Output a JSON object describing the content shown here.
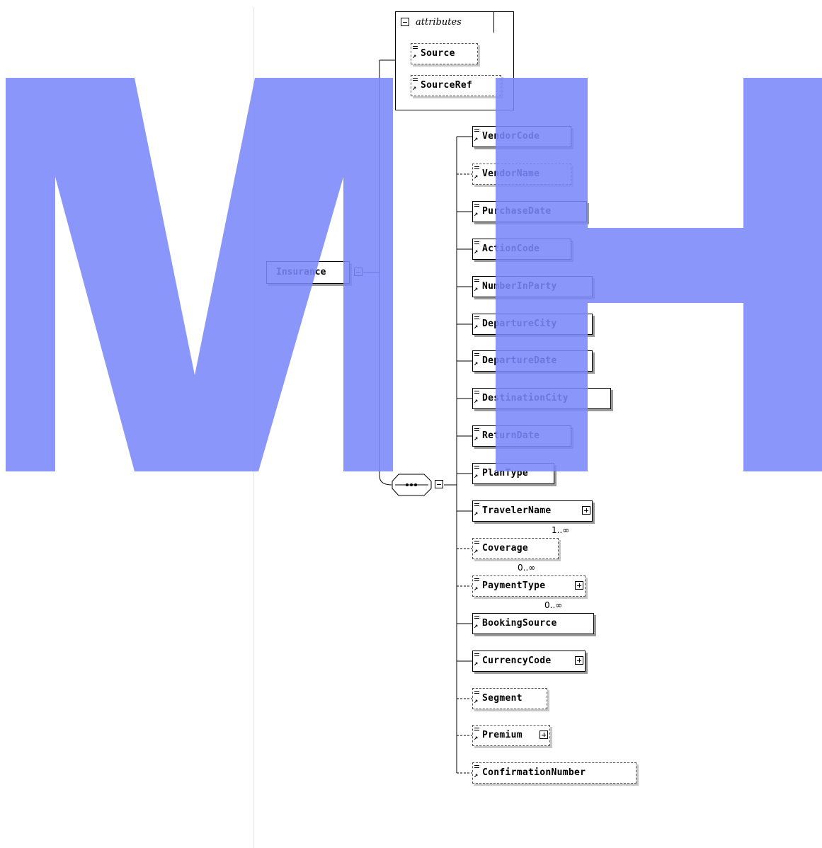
{
  "diagram": {
    "root": {
      "label": "Insurance"
    },
    "attributes_panel": {
      "title": "attributes",
      "items": [
        {
          "label": "Source",
          "optional": true
        },
        {
          "label": "SourceRef",
          "optional": true
        }
      ]
    },
    "sequence": {
      "label": "•••"
    },
    "children": [
      {
        "label": "VendorCode",
        "optional": false,
        "expandable": false,
        "occurrence": ""
      },
      {
        "label": "VendorName",
        "optional": true,
        "expandable": false,
        "occurrence": ""
      },
      {
        "label": "PurchaseDate",
        "optional": false,
        "expandable": false,
        "occurrence": ""
      },
      {
        "label": "ActionCode",
        "optional": false,
        "expandable": false,
        "occurrence": ""
      },
      {
        "label": "NumberInParty",
        "optional": false,
        "expandable": false,
        "occurrence": ""
      },
      {
        "label": "DepartureCity",
        "optional": false,
        "expandable": false,
        "occurrence": ""
      },
      {
        "label": "DepartureDate",
        "optional": false,
        "expandable": false,
        "occurrence": ""
      },
      {
        "label": "DestinationCity",
        "optional": false,
        "expandable": false,
        "occurrence": ""
      },
      {
        "label": "ReturnDate",
        "optional": false,
        "expandable": false,
        "occurrence": ""
      },
      {
        "label": "PlanType",
        "optional": false,
        "expandable": false,
        "occurrence": ""
      },
      {
        "label": "TravelerName",
        "optional": false,
        "expandable": true,
        "occurrence": "1..∞"
      },
      {
        "label": "Coverage",
        "optional": true,
        "expandable": false,
        "occurrence": "0..∞"
      },
      {
        "label": "PaymentType",
        "optional": true,
        "expandable": true,
        "occurrence": "0..∞"
      },
      {
        "label": "BookingSource",
        "optional": false,
        "expandable": false,
        "occurrence": ""
      },
      {
        "label": "CurrencyCode",
        "optional": false,
        "expandable": true,
        "occurrence": ""
      },
      {
        "label": "Segment",
        "optional": true,
        "expandable": false,
        "occurrence": ""
      },
      {
        "label": "Premium",
        "optional": true,
        "expandable": true,
        "occurrence": ""
      },
      {
        "label": "ConfirmationNumber",
        "optional": true,
        "expandable": false,
        "occurrence": ""
      }
    ]
  },
  "watermark": {
    "text": "MH",
    "color": "#7b88fb"
  }
}
